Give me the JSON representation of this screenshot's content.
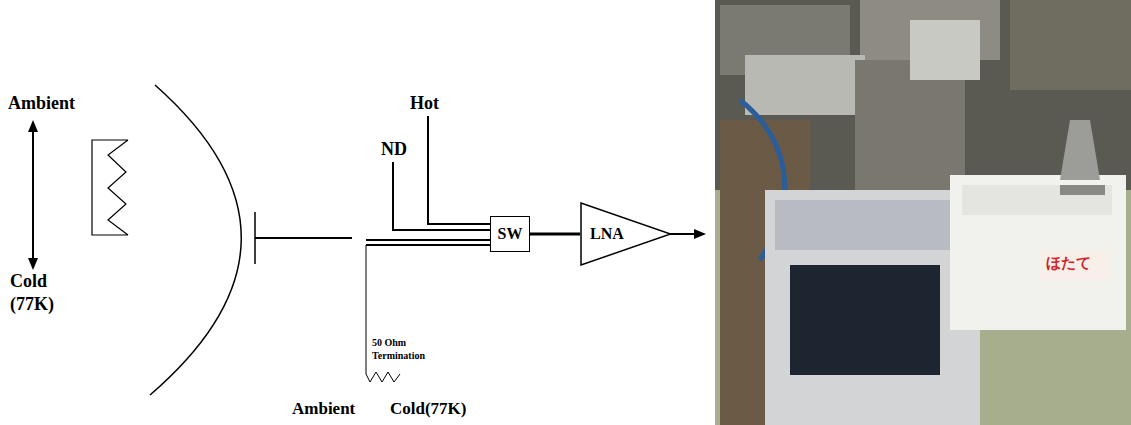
{
  "diagram": {
    "nodes": [
      {
        "text": [
          "SW"
        ]
      },
      {
        "text": [
          "LNA"
        ]
      }
    ],
    "edges": [
      {
        "from": 0,
        "to": 1,
        "arrow": "none"
      }
    ],
    "labels": [
      "Ambient",
      "Cold (77K)",
      "Hot",
      "ND",
      "50 Ohm Termination",
      "Ambient",
      "Cold(77K)",
      "ほたて"
    ]
  }
}
